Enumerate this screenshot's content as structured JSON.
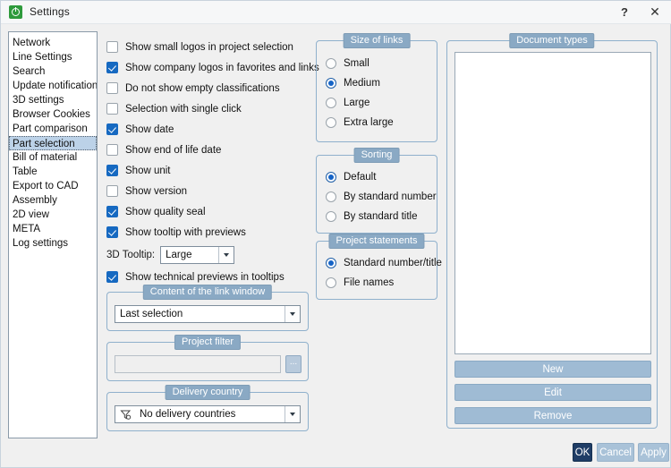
{
  "window": {
    "title": "Settings",
    "app_icon": "target-green-icon",
    "help_label": "?",
    "close_label": "✕"
  },
  "sidebar": {
    "selected": "Part selection",
    "items": [
      {
        "label": "Network"
      },
      {
        "label": "Line Settings"
      },
      {
        "label": "Search"
      },
      {
        "label": "Update notification"
      },
      {
        "label": "3D settings"
      },
      {
        "label": "Browser Cookies"
      },
      {
        "label": "Part comparison"
      },
      {
        "label": "Part selection"
      },
      {
        "label": "Bill of material"
      },
      {
        "label": "Table"
      },
      {
        "label": "Export to CAD"
      },
      {
        "label": "Assembly"
      },
      {
        "label": "2D view"
      },
      {
        "label": "META"
      },
      {
        "label": "Log settings"
      }
    ]
  },
  "checkboxes": [
    {
      "label": "Show small logos in project selection",
      "checked": false
    },
    {
      "label": "Show company logos in favorites and links",
      "checked": true
    },
    {
      "label": "Do not show empty classifications",
      "checked": false
    },
    {
      "label": "Selection with single click",
      "checked": false
    },
    {
      "label": "Show date",
      "checked": true
    },
    {
      "label": "Show end of life date",
      "checked": false
    },
    {
      "label": "Show unit",
      "checked": true
    },
    {
      "label": "Show version",
      "checked": false
    },
    {
      "label": "Show quality seal",
      "checked": true
    },
    {
      "label": "Show tooltip with previews",
      "checked": true
    }
  ],
  "tooltip_size": {
    "label": "3D Tooltip:",
    "value": "Large"
  },
  "technical_previews": {
    "label": "Show technical previews in tooltips",
    "checked": true
  },
  "link_window": {
    "legend": "Content of the link window",
    "value": "Last selection"
  },
  "project_filter": {
    "legend": "Project filter",
    "value": "",
    "browse_label": "..."
  },
  "delivery_country": {
    "legend": "Delivery country",
    "icon": "filter-off-icon",
    "value": "No delivery countries"
  },
  "size_of_links": {
    "legend": "Size of links",
    "selected": "Medium",
    "options": [
      {
        "label": "Small",
        "selected": false
      },
      {
        "label": "Medium",
        "selected": true
      },
      {
        "label": "Large",
        "selected": false
      },
      {
        "label": "Extra large",
        "selected": false
      }
    ]
  },
  "sorting": {
    "legend": "Sorting",
    "selected": "Default",
    "options": [
      {
        "label": "Default",
        "selected": true
      },
      {
        "label": "By standard number",
        "selected": false
      },
      {
        "label": "By standard title",
        "selected": false
      }
    ]
  },
  "project_statements": {
    "legend": "Project statements",
    "selected": "Standard number/title",
    "options": [
      {
        "label": "Standard number/title",
        "selected": true
      },
      {
        "label": "File names",
        "selected": false
      }
    ]
  },
  "document_types": {
    "legend": "Document types",
    "items": [],
    "buttons": [
      {
        "label": "New"
      },
      {
        "label": "Edit"
      },
      {
        "label": "Remove"
      }
    ]
  },
  "dialog_buttons": [
    {
      "label": "OK",
      "primary": true
    },
    {
      "label": "Cancel",
      "primary": false
    },
    {
      "label": "Apply",
      "primary": false
    }
  ],
  "colors": {
    "accent": "#1669c1",
    "legend_bg": "#8aa9c4",
    "selection": "#bcd2e8",
    "primary_button": "#1f3d66",
    "panel_button": "#9fbbd4",
    "app_icon": "#2e9a3c"
  }
}
